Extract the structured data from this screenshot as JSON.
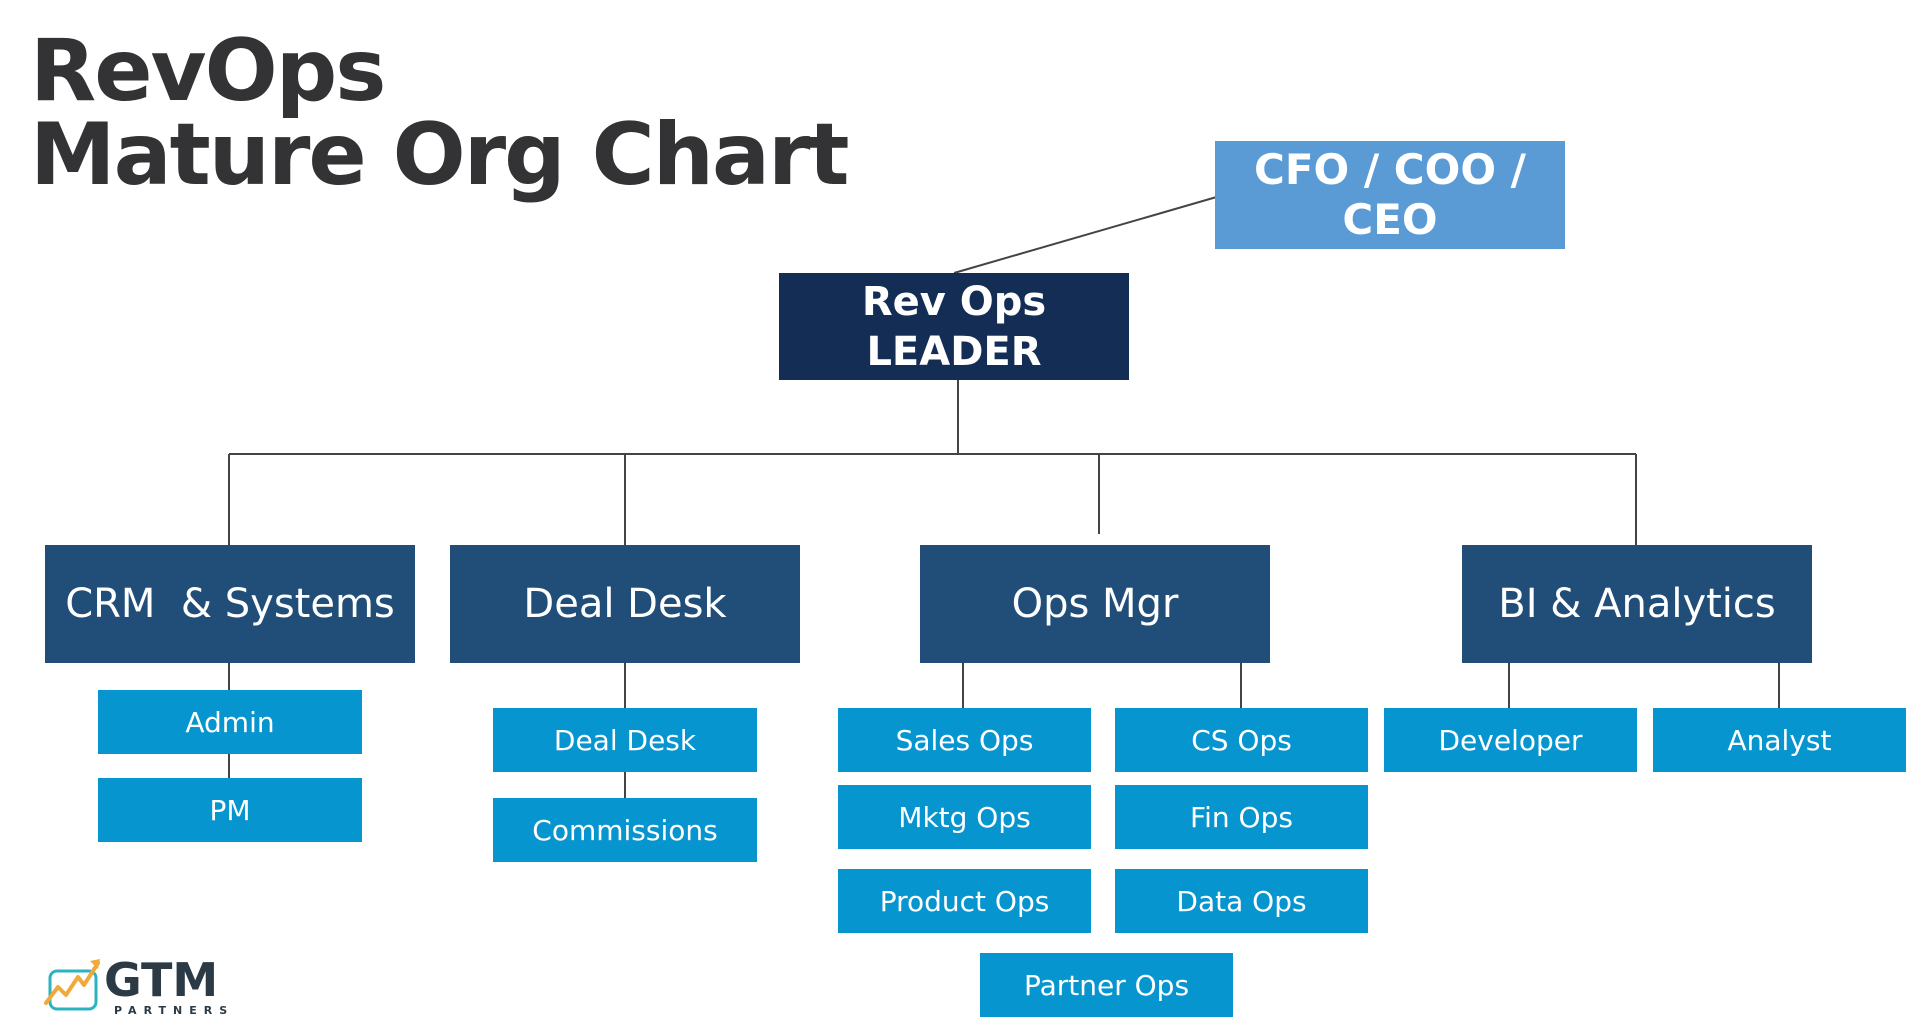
{
  "title": {
    "line1": "RevOps",
    "line2": "Mature Org Chart"
  },
  "exec": {
    "label_line1": "CFO / COO /",
    "label_line2": "CEO"
  },
  "leader": {
    "label_line1": "Rev Ops",
    "label_line2": "LEADER"
  },
  "teams": {
    "crm": {
      "label": "CRM  & Systems",
      "roles": [
        "Admin",
        "PM"
      ]
    },
    "deal_desk": {
      "label": "Deal Desk",
      "roles": [
        "Deal Desk",
        "Commissions"
      ]
    },
    "ops_mgr": {
      "label": "Ops Mgr",
      "roles": [
        "Sales Ops",
        "CS Ops",
        "Mktg Ops",
        "Fin Ops",
        "Product Ops",
        "Data Ops",
        "Partner Ops"
      ]
    },
    "bi": {
      "label": "BI & Analytics",
      "roles": [
        "Developer",
        "Analyst"
      ]
    }
  },
  "logo": {
    "word": "GTM",
    "sub": "PARTNERS",
    "icon": "trend-chart-icon"
  },
  "colors": {
    "title": "#333335",
    "exec": "#5b9bd5",
    "leader": "#132d54",
    "team": "#214e79",
    "role": "#0795d0",
    "connector": "#444444",
    "logo_accent": "#f2a93b",
    "logo_teal": "#2bb3c0"
  }
}
